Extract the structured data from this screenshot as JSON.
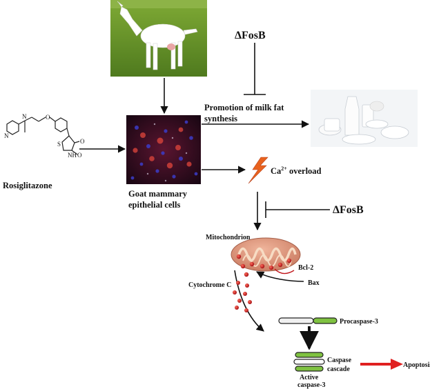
{
  "labels": {
    "fosb_top": "ΔFosB",
    "fosb_right": "ΔFosB",
    "milk_fat_line1": "Promotion of milk fat",
    "milk_fat_line2": "synthesis",
    "calcium_prefix": "Ca",
    "calcium_sup": "2+",
    "calcium_suffix": " overload",
    "rosiglitazone": "Rosiglitazone",
    "goat_cells_line1": "Goat mammary",
    "goat_cells_line2": "epithelial cells",
    "mitochondrion": "Mitochondrion",
    "bcl2": "Bcl-2",
    "bax": "Bax",
    "cytochrome_c": "Cytochrome C",
    "procaspase": "Procaspase-3",
    "caspase_line1": "Caspase",
    "caspase_line2": "cascade",
    "active_line1": "Active",
    "active_line2": "caspase-3",
    "apoptosis": "Apoptosis"
  },
  "molecule_atoms": {
    "n_pyridine": "N",
    "n_amine": "N",
    "o_ether": "O",
    "s": "S",
    "o1": "O",
    "o2": "O",
    "nh": "NH"
  },
  "colors": {
    "arrow": "#111111",
    "apoptosis_arrow": "#e02020",
    "mitochondrion_fill": "#d9927a",
    "cristae": "#f5d6b8",
    "cytochrome": "#c0141a",
    "caspase_green": "#7fc241",
    "grass": "#6f9b2c",
    "cell_bg": "#2a0a14"
  }
}
